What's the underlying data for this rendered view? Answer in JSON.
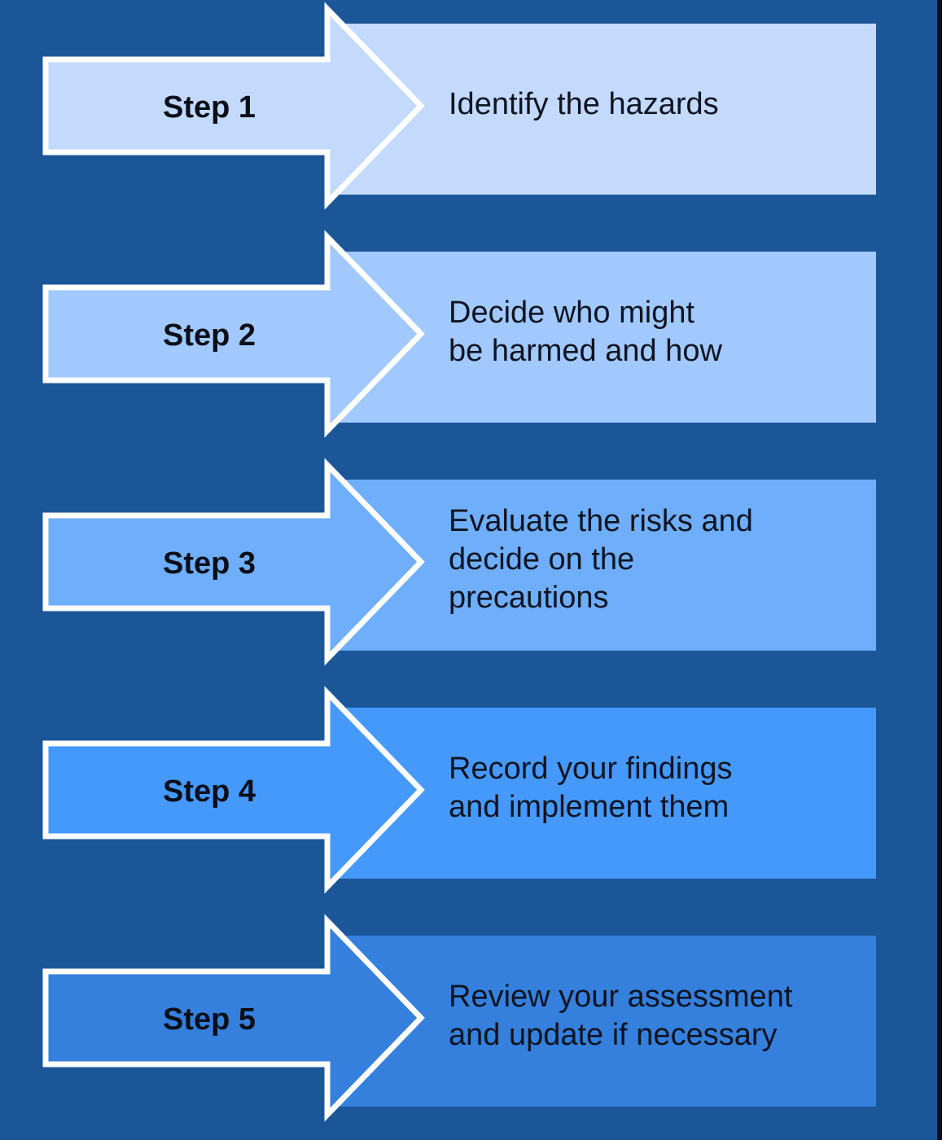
{
  "steps": [
    {
      "label": "Step 1",
      "text": "Identify the hazards",
      "color": "#c3dafd"
    },
    {
      "label": "Step 2",
      "text": "Decide who might\nbe harmed and how",
      "color": "#a1c9fd"
    },
    {
      "label": "Step 3",
      "text": "Evaluate the risks and\ndecide on the\nprecautions",
      "color": "#6eaefb"
    },
    {
      "label": "Step 4",
      "text": "Record your findings\nand implement them",
      "color": "#4599fb"
    },
    {
      "label": "Step 5",
      "text": "Review your assessment\n and update if necessary",
      "color": "#3480dc"
    }
  ],
  "colors": {
    "background": "#1b5699",
    "arrow_outline": "#ffffff",
    "text": "#0e1422"
  }
}
